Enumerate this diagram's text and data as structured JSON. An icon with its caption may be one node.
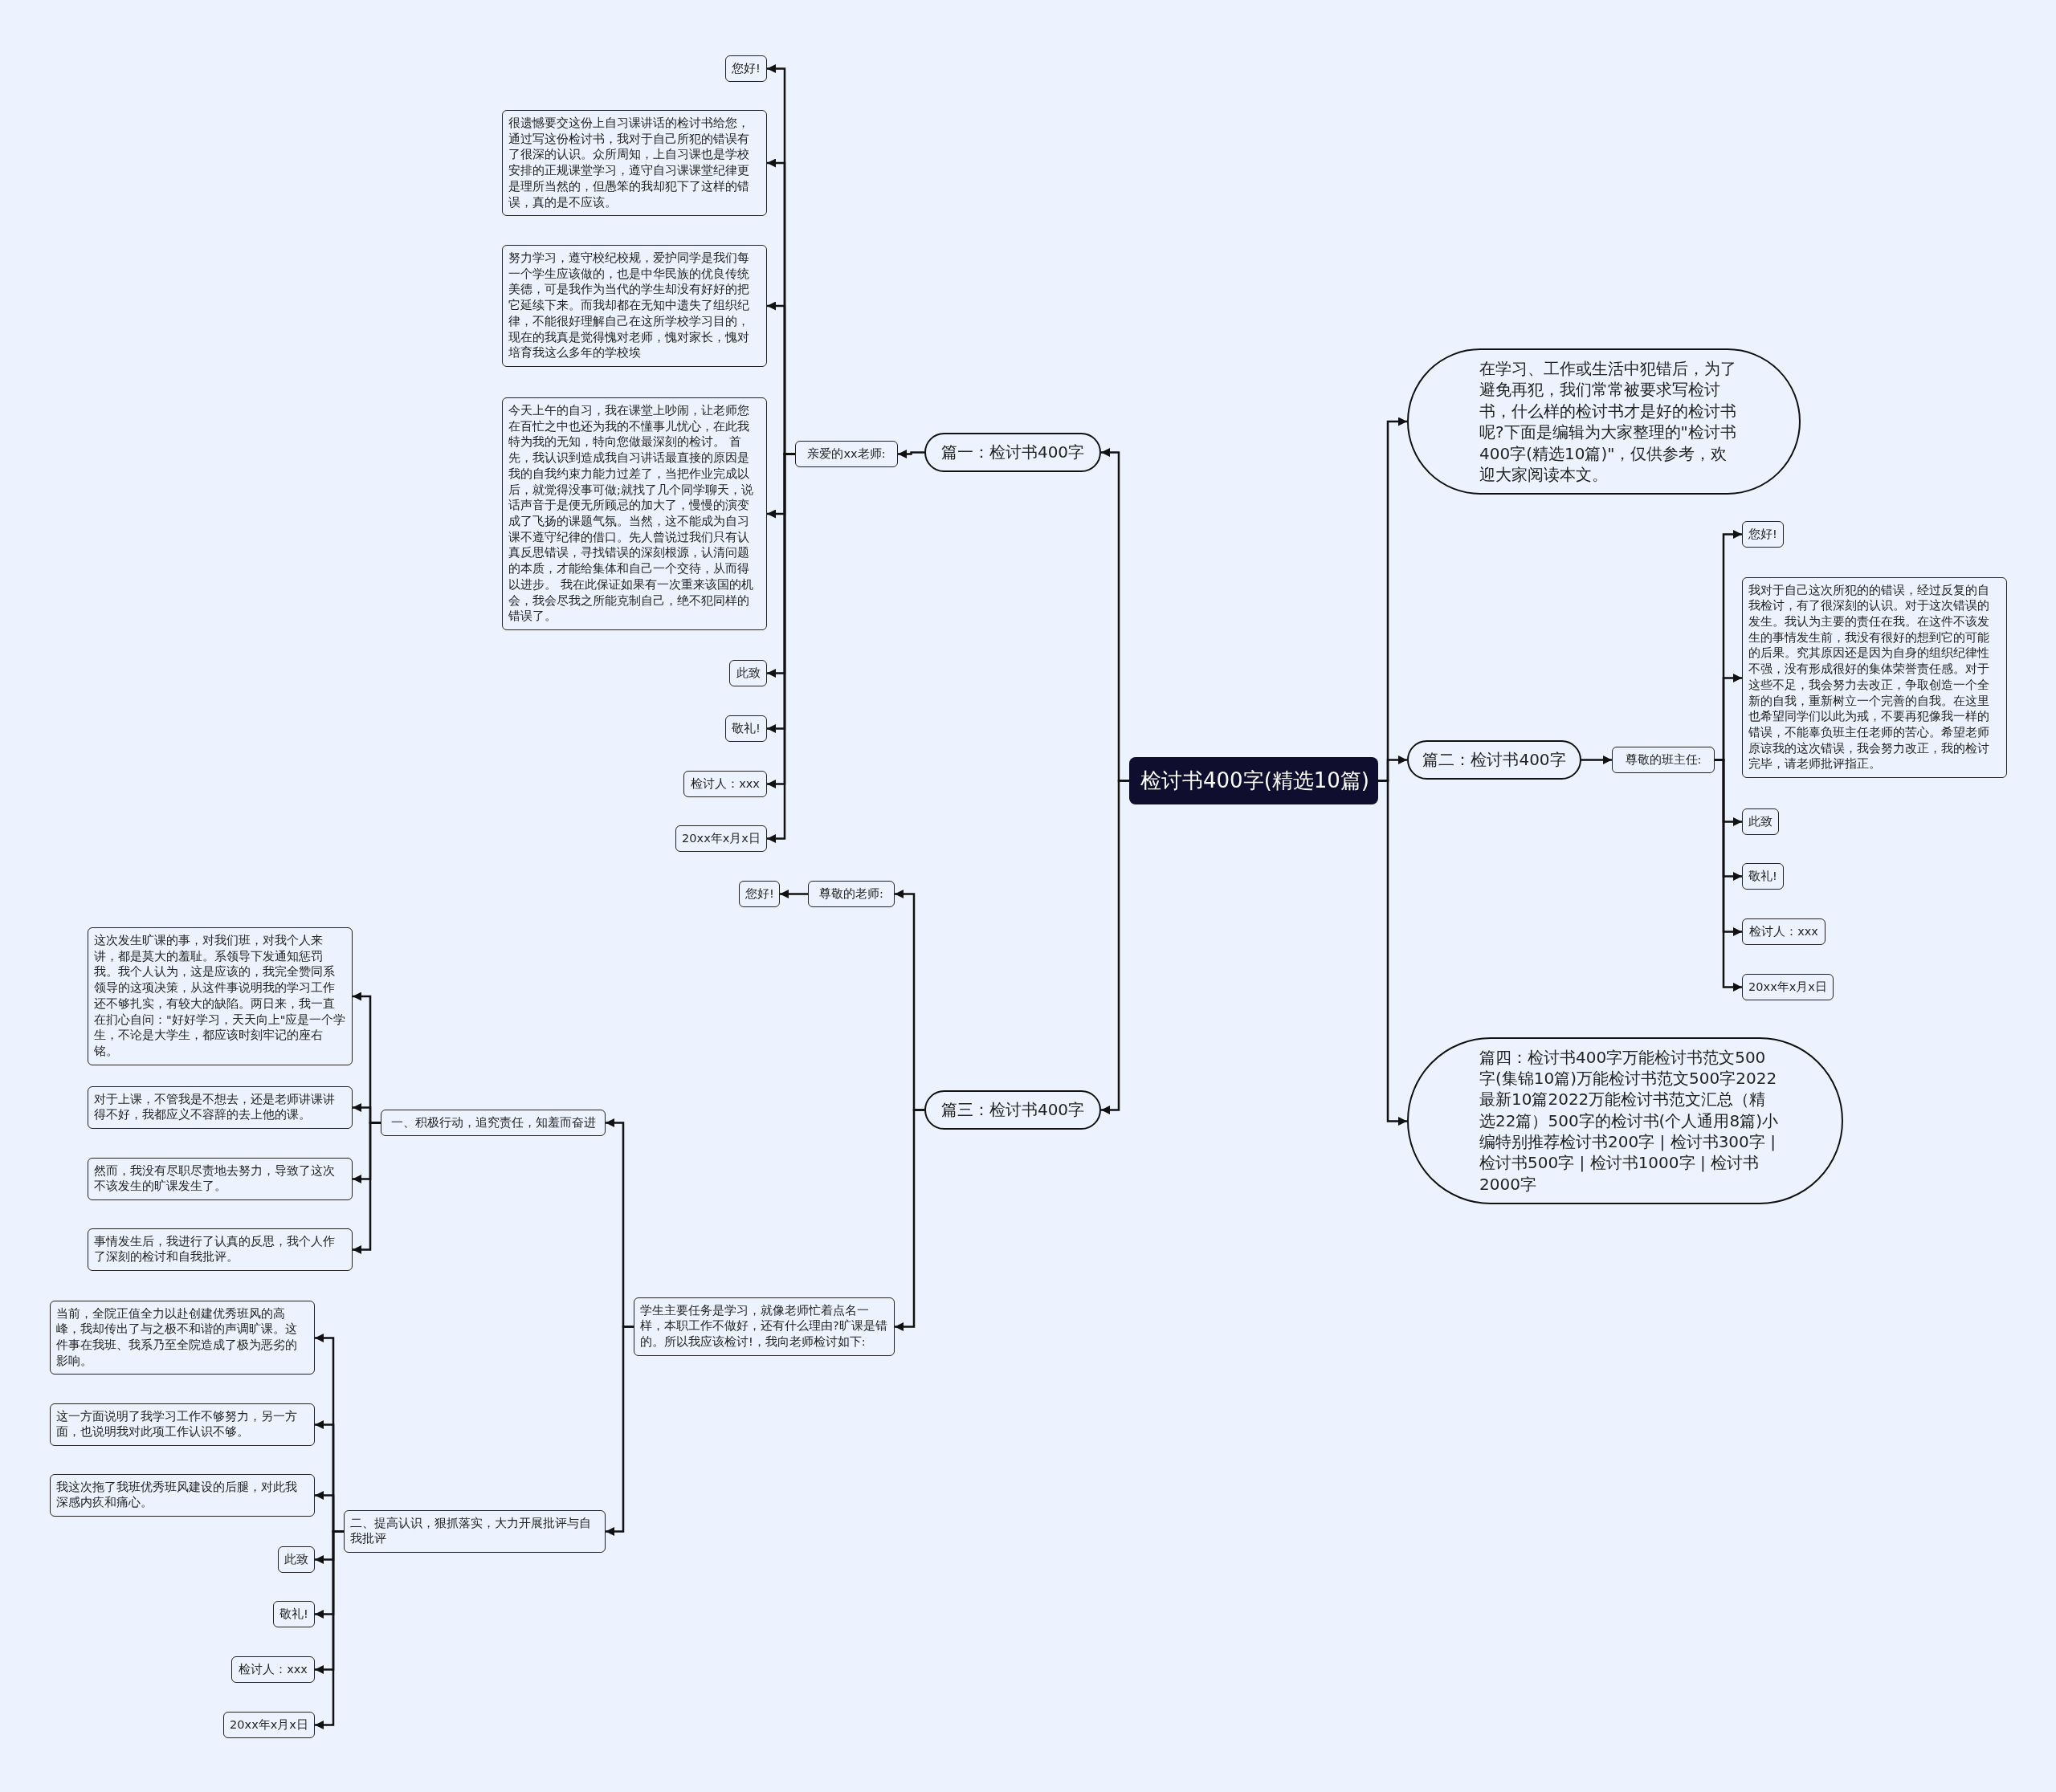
{
  "diagram": {
    "nodes": [
      {
        "text": [
          "检讨书400字(精选10篇)"
        ]
      },
      {
        "text": [
          "在学习、工作或生活中犯错后，为了避免再犯，我们常常被要求写检讨书，什么样的检讨书才是好的检讨书呢?下面是编辑为大家整理的\"检讨书400字(精选10篇)\"，仅供参考，欢迎大家阅读本文。"
        ]
      },
      {
        "text": [
          "篇二：检讨书400字"
        ]
      },
      {
        "text": [
          "尊敬的班主任:"
        ]
      },
      {
        "text": [
          "您好!"
        ]
      },
      {
        "text": [
          "我对于自己这次所犯的的错误，经过反复的自我检讨，有了很深刻的认识。对于这次错误的发生。我认为主要的责任在我。在这件不该发生的事情发生前，我没有很好的想到它的可能的后果。究其原因还是因为自身的组织纪律性不强，没有形成很好的集体荣誉责任感。对于这些不足，我会努力去改正，争取创造一个全新的自我，重新树立一个完善的自我。在这里也希望同学们以此为戒，不要再犯像我一样的错误，不能辜负班主任老师的苦心。希望老师原谅我的这次错误，我会努力改正，我的检讨完毕，请老师批评指正。"
        ]
      },
      {
        "text": [
          "此致"
        ]
      },
      {
        "text": [
          "敬礼!"
        ]
      },
      {
        "text": [
          "检讨人：xxx"
        ]
      },
      {
        "text": [
          "20xx年x月x日"
        ]
      },
      {
        "text": [
          "篇四：检讨书400字万能检讨书范文500字(集锦10篇)万能检讨书范文500字2022最新10篇2022万能检讨书范文汇总（精选22篇）500字的检讨书(个人通用8篇)小编特别推荐检讨书200字 | 检讨书300字 | 检讨书500字 | 检讨书1000字 | 检讨书2000字"
        ]
      },
      {
        "text": [
          "篇一：检讨书400字"
        ]
      },
      {
        "text": [
          "亲爱的xx老师:"
        ]
      },
      {
        "text": [
          "您好!"
        ]
      },
      {
        "text": [
          "很遗憾要交这份上自习课讲话的检讨书给您，通过写这份检讨书，我对于自己所犯的错误有了很深的认识。众所周知，上自习课也是学校安排的正规课堂学习，遵守自习课课堂纪律更是理所当然的，但愚笨的我却犯下了这样的错误，真的是不应该。"
        ]
      },
      {
        "text": [
          "努力学习，遵守校纪校规，爱护同学是我们每一个学生应该做的，也是中华民族的优良传统美德，可是我作为当代的学生却没有好好的把它延续下来。而我却都在无知中遗失了组织纪律，不能很好理解自己在这所学校学习目的，现在的我真是觉得愧对老师，愧对家长，愧对培育我这么多年的学校埃"
        ]
      },
      {
        "text": [
          "今天上午的自习，我在课堂上吵闹，让老师您在百忙之中也还为我的不懂事儿忧心，在此我特为我的无知，特向您做最深刻的检讨。 首先，我认识到造成我自习讲话最直接的原因是我的自我约束力能力过差了，当把作业完成以后，就觉得没事可做;就找了几个同学聊天，说话声音于是便无所顾忌的加大了，慢慢的演变成了飞扬的课题气氛。当然，这不能成为自习课不遵守纪律的借口。先人曾说过我们只有认真反思错误，寻找错误的深刻根源，认清问题的本质，才能给集体和自己一个交待，从而得以进步。 我在此保证如果有一次重来该国的机会，我会尽我之所能克制自己，绝不犯同样的错误了。"
        ]
      },
      {
        "text": [
          "此致"
        ]
      },
      {
        "text": [
          "敬礼!"
        ]
      },
      {
        "text": [
          "检讨人：xxx"
        ]
      },
      {
        "text": [
          "20xx年x月x日"
        ]
      },
      {
        "text": [
          "篇三：检讨书400字"
        ]
      },
      {
        "text": [
          "尊敬的老师:"
        ]
      },
      {
        "text": [
          "您好!"
        ]
      },
      {
        "text": [
          "学生主要任务是学习，就像老师忙着点名一样，本职工作不做好，还有什么理由?旷课是错的。所以我应该检讨!，我向老师检讨如下:"
        ]
      },
      {
        "text": [
          "一、积极行动，追究责任，知羞而奋进"
        ]
      },
      {
        "text": [
          "这次发生旷课的事，对我们班，对我个人来讲，都是莫大的羞耻。系领导下发通知惩罚我。我个人认为，这是应该的，我完全赞同系领导的这项决策，从这件事说明我的学习工作还不够扎实，有较大的缺陷。两日来，我一直在扪心自问：\"好好学习，天天向上\"应是一个学生，不论是大学生，都应该时刻牢记的座右铭。"
        ]
      },
      {
        "text": [
          "对于上课，不管我是不想去，还是老师讲课讲得不好，我都应义不容辞的去上他的课。"
        ]
      },
      {
        "text": [
          "然而，我没有尽职尽责地去努力，导致了这次不该发生的旷课发生了。"
        ]
      },
      {
        "text": [
          "事情发生后，我进行了认真的反思，我个人作了深刻的检讨和自我批评。"
        ]
      },
      {
        "text": [
          "二、提高认识，狠抓落实，大力开展批评与自我批评"
        ]
      },
      {
        "text": [
          "当前，全院正值全力以赴创建优秀班风的高峰，我却传出了与之极不和谐的声调旷课。这件事在我班、我系乃至全院造成了极为恶劣的影响。"
        ]
      },
      {
        "text": [
          "这一方面说明了我学习工作不够努力，另一方面，也说明我对此项工作认识不够。"
        ]
      },
      {
        "text": [
          "我这次拖了我班优秀班风建设的后腿，对此我深感内疚和痛心。"
        ]
      },
      {
        "text": [
          "此致"
        ]
      },
      {
        "text": [
          "敬礼!"
        ]
      },
      {
        "text": [
          "检讨人：xxx"
        ]
      },
      {
        "text": [
          "20xx年x月x日"
        ]
      }
    ],
    "edges": [
      {
        "from": 0,
        "to": 1,
        "arrow": "to"
      },
      {
        "from": 0,
        "to": 2,
        "arrow": "to"
      },
      {
        "from": 0,
        "to": 10,
        "arrow": "to"
      },
      {
        "from": 0,
        "to": 11,
        "arrow": "to"
      },
      {
        "from": 0,
        "to": 21,
        "arrow": "to"
      },
      {
        "from": 2,
        "to": 3,
        "arrow": "to"
      },
      {
        "from": 3,
        "to": 4,
        "arrow": "to"
      },
      {
        "from": 3,
        "to": 5,
        "arrow": "to"
      },
      {
        "from": 3,
        "to": 6,
        "arrow": "to"
      },
      {
        "from": 3,
        "to": 7,
        "arrow": "to"
      },
      {
        "from": 3,
        "to": 8,
        "arrow": "to"
      },
      {
        "from": 3,
        "to": 9,
        "arrow": "to"
      },
      {
        "from": 11,
        "to": 12,
        "arrow": "to"
      },
      {
        "from": 12,
        "to": 13,
        "arrow": "to"
      },
      {
        "from": 12,
        "to": 14,
        "arrow": "to"
      },
      {
        "from": 12,
        "to": 15,
        "arrow": "to"
      },
      {
        "from": 12,
        "to": 16,
        "arrow": "to"
      },
      {
        "from": 12,
        "to": 17,
        "arrow": "to"
      },
      {
        "from": 12,
        "to": 18,
        "arrow": "to"
      },
      {
        "from": 12,
        "to": 19,
        "arrow": "to"
      },
      {
        "from": 12,
        "to": 20,
        "arrow": "to"
      },
      {
        "from": 21,
        "to": 22,
        "arrow": "to"
      },
      {
        "from": 22,
        "to": 23,
        "arrow": "to"
      },
      {
        "from": 21,
        "to": 24,
        "arrow": "to"
      },
      {
        "from": 24,
        "to": 25,
        "arrow": "to"
      },
      {
        "from": 25,
        "to": 26,
        "arrow": "to"
      },
      {
        "from": 25,
        "to": 27,
        "arrow": "to"
      },
      {
        "from": 25,
        "to": 28,
        "arrow": "to"
      },
      {
        "from": 25,
        "to": 29,
        "arrow": "to"
      },
      {
        "from": 24,
        "to": 30,
        "arrow": "to"
      },
      {
        "from": 30,
        "to": 31,
        "arrow": "to"
      },
      {
        "from": 30,
        "to": 32,
        "arrow": "to"
      },
      {
        "from": 30,
        "to": 33,
        "arrow": "to"
      },
      {
        "from": 30,
        "to": 34,
        "arrow": "to"
      },
      {
        "from": 30,
        "to": 35,
        "arrow": "to"
      },
      {
        "from": 30,
        "to": 36,
        "arrow": "to"
      },
      {
        "from": 30,
        "to": 37,
        "arrow": "to"
      }
    ]
  }
}
